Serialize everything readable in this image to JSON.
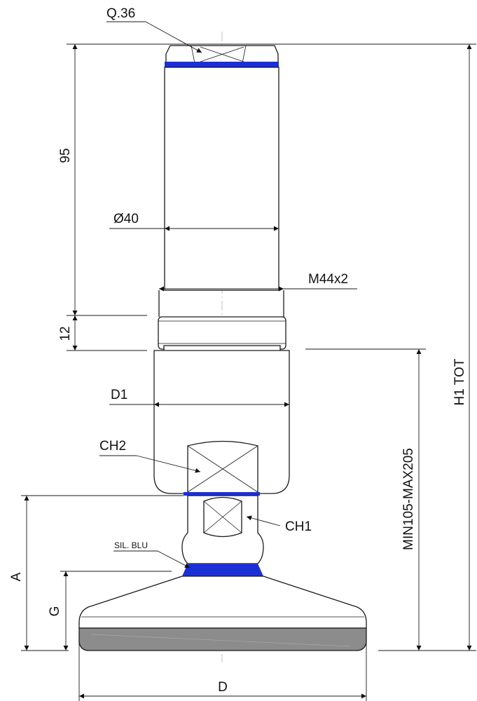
{
  "labels": {
    "q36": "Q.36",
    "dim_95": "95",
    "dia40": "Ø40",
    "m44x2": "M44x2",
    "dim_12": "12",
    "d1": "D1",
    "ch2": "CH2",
    "ch1": "CH1",
    "sil_blu": "SIL. BLU",
    "dim_a": "A",
    "dim_g": "G",
    "dim_d": "D",
    "h1_tot": "H1 TOT",
    "min_max": "MIN105-MAX205"
  },
  "colors": {
    "line": "#1a1a1a",
    "seal_blue": "#1c2fd6",
    "pad_gray": "#8c8c8c",
    "center_axis": "#b5b5b5"
  }
}
